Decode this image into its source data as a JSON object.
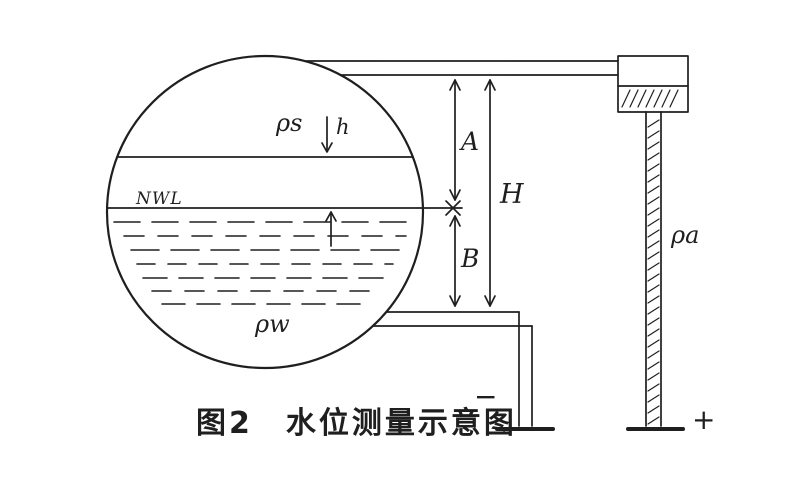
{
  "diagram": {
    "caption": "图2　水位测量示意图",
    "drum": {
      "steam_density_label": "ρs",
      "steam_gap_label": "h",
      "water_level_label": "NWL",
      "water_density_label": "ρw"
    },
    "dimensions": {
      "upper": "A",
      "lower": "B",
      "total": "H"
    },
    "reference_column": {
      "density_label": "ρa",
      "polarity": "+"
    },
    "drum_tapping": {
      "polarity": "−"
    }
  },
  "colors": {
    "ink": "#1f1f1f",
    "paper": "#ffffff"
  }
}
